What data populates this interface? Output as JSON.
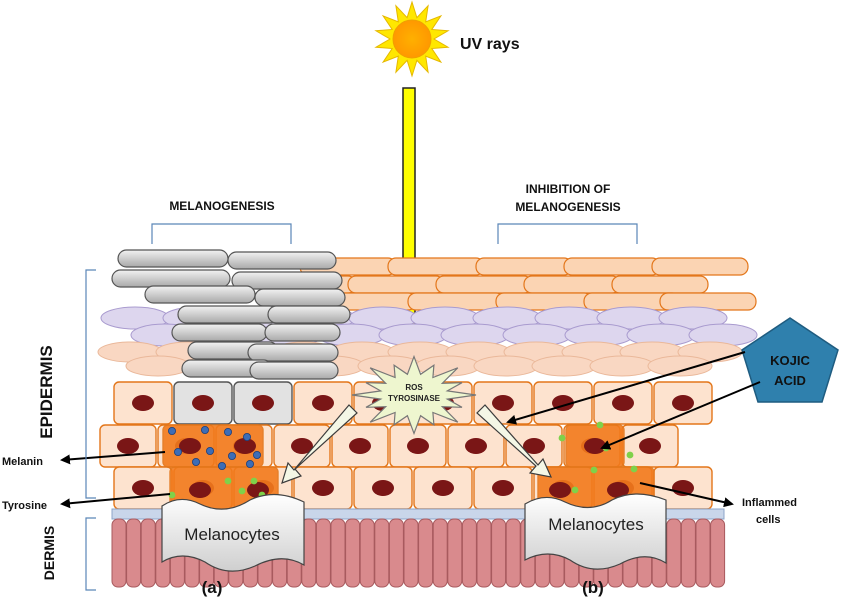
{
  "labels": {
    "uv_rays": "UV rays",
    "melanogenesis": "MELANOGENESIS",
    "inhibition_line1": "INHIBITION OF",
    "inhibition_line2": "MELANOGENESIS",
    "epidermis": "EPIDERMIS",
    "dermis": "DERMIS",
    "melanin": "Melanin",
    "tyrosine": "Tyrosine",
    "ros_line1": "ROS",
    "ros_line2": "TYROSINASE",
    "kojic_line1": "KOJIC",
    "kojic_line2": "ACID",
    "inflammed_line1": "Inflammed",
    "inflammed_line2": "cells",
    "melanocytes_left": "Melanocytes",
    "melanocytes_right": "Melanocytes",
    "panel_a": "(a)",
    "panel_b": "(b)"
  },
  "colors": {
    "sun": "#ffd400",
    "uv_arrow": "#ffff00",
    "cell_fill": "#fde3cf",
    "cell_stroke": "#e3761a",
    "nucleus": "#7a1616",
    "flat_cell": "#fbd4b3",
    "purple_cell": "#ddd6ee",
    "peach_cell": "#f9d7c2",
    "melanin_cap": "#c4c4c4",
    "melanocyte_fill": "#f27a1c",
    "kojic": "#2f80ad",
    "dermis": "#d98a8d",
    "green_dot": "#7fd14a",
    "blue_dot": "#3d6db6"
  }
}
